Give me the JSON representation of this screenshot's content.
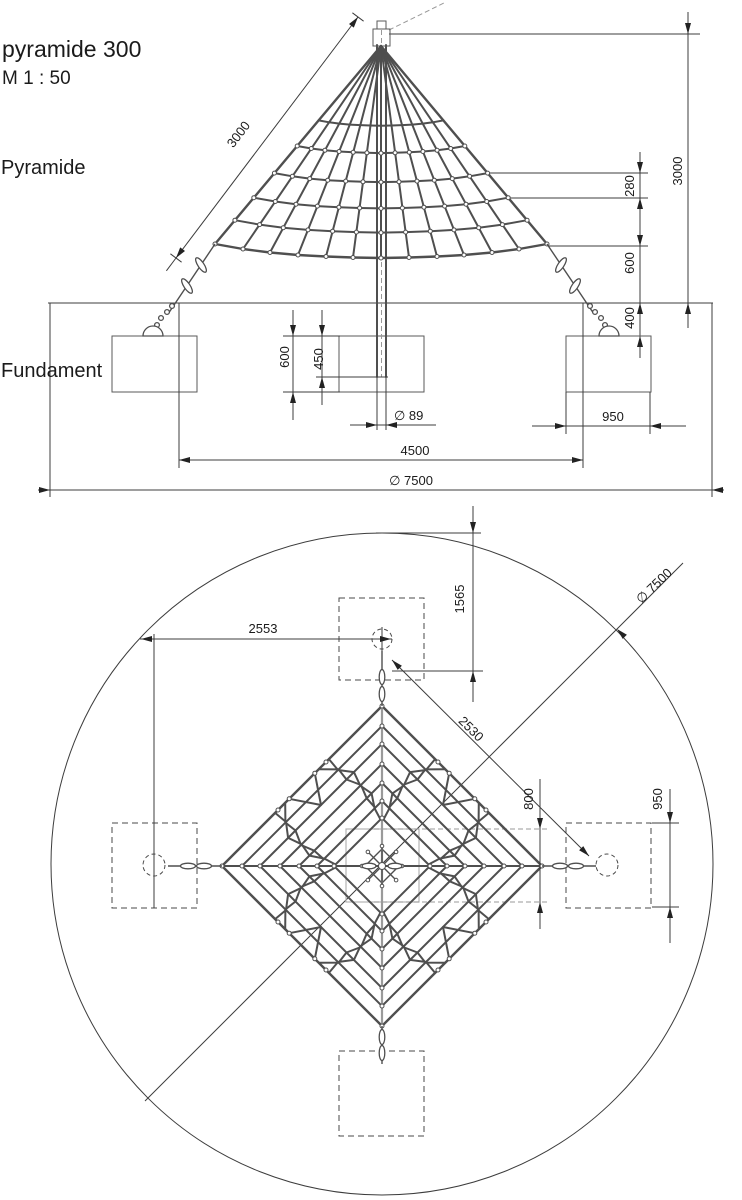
{
  "title": {
    "product": "pyramide 300",
    "scale": "M 1 : 50"
  },
  "labels": {
    "pyramide": "Pyramide",
    "fundament": "Fundament"
  },
  "elevation": {
    "slope_length": "3000",
    "mesh_gap": "280",
    "edge_to_ground": "600",
    "ground_to_foundation_top": "400",
    "total_height": "3000",
    "foundation_depth": "600",
    "pole_embedment": "450",
    "pole_diameter": "∅ 89",
    "foundation_width": "950",
    "anchor_spacing": "4500",
    "overall_diameter": "∅ 7500"
  },
  "plan": {
    "circle_to_anchor": "1565",
    "anchor_center_offset": "2553",
    "overall_diameter": "∅ 7500",
    "net_side_length": "2530",
    "center_foundation_size": "800",
    "foundation_size": "950"
  },
  "colors": {
    "line": "#3c3c3c",
    "rope": "#4f4f4f",
    "hidden": "#9a9a9a",
    "text": "#1b1b1b",
    "background": "#ffffff"
  }
}
